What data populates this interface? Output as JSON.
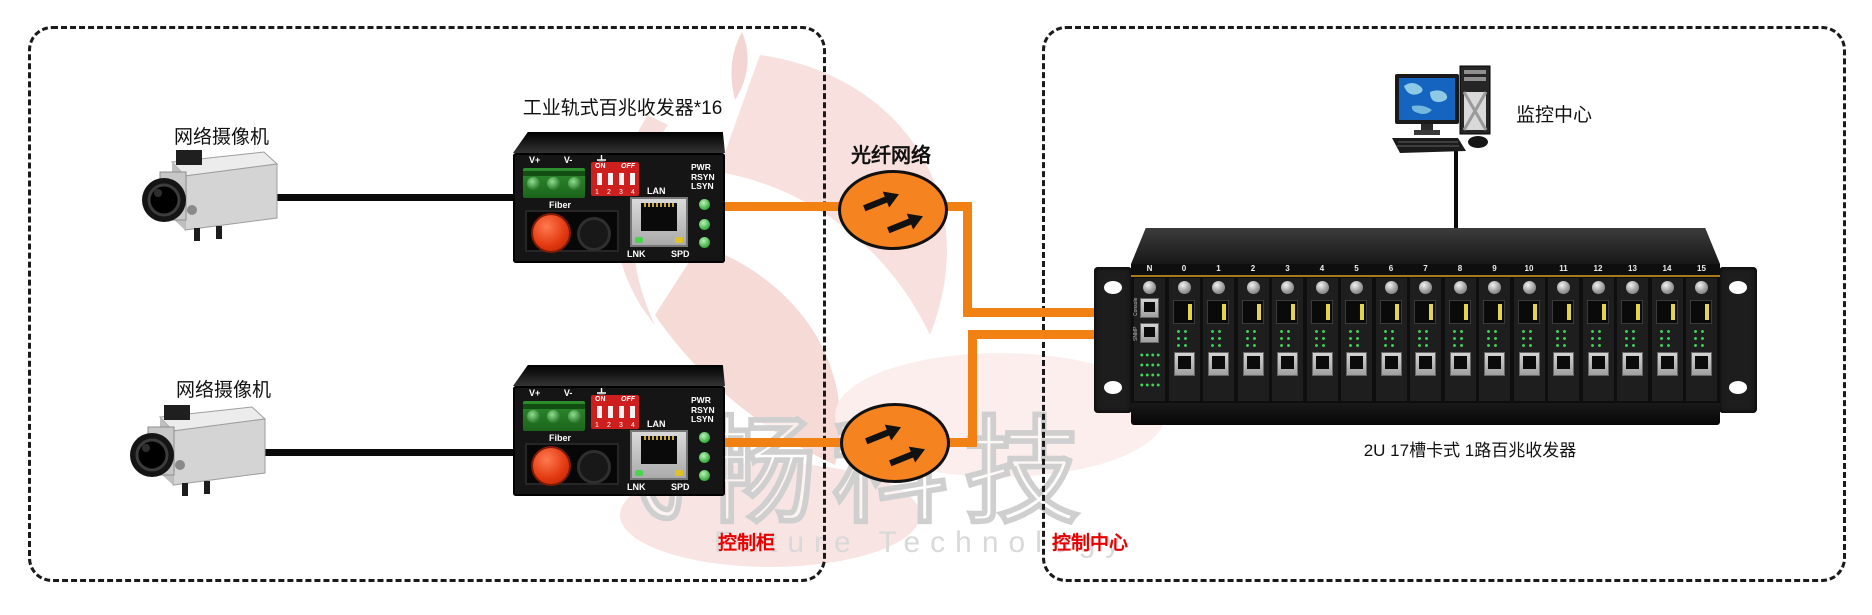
{
  "diagram": {
    "left_zone_label": "控制柜",
    "right_zone_label": "控制中心",
    "colors": {
      "accent_orange": "#f28114",
      "cloud_orange": "#f5831f",
      "label_red": "#e60000"
    },
    "watermark": {
      "logo_text": "飞畅科技",
      "subtitle": "Future Technology"
    }
  },
  "cameras": [
    {
      "label": "网络摄像机"
    },
    {
      "label": "网络摄像机"
    }
  ],
  "transceiver": {
    "title": "工业轨式百兆收发器*16",
    "power_labels": [
      "V+",
      "V-"
    ],
    "ground_icon": "earth-ground",
    "dip": {
      "on": "ON",
      "off": "OFF",
      "numbers": [
        "1",
        "2",
        "3",
        "4"
      ]
    },
    "fiber_label": "Fiber",
    "lan_label": "LAN",
    "port_leds": {
      "link": "LNK",
      "speed": "SPD"
    },
    "status_leds": [
      "PWR",
      "RSYN",
      "LSYN"
    ]
  },
  "fiber_network": {
    "label": "光纤网络"
  },
  "monitor_center": {
    "label": "监控中心"
  },
  "rack": {
    "caption": "2U 17槽卡式 1路百兆收发器",
    "slots": [
      "N",
      "0",
      "1",
      "2",
      "3",
      "4",
      "5",
      "6",
      "7",
      "8",
      "9",
      "10",
      "11",
      "12",
      "13",
      "14",
      "15"
    ],
    "mgmt_port_labels": [
      "Console",
      "SNMP"
    ]
  }
}
